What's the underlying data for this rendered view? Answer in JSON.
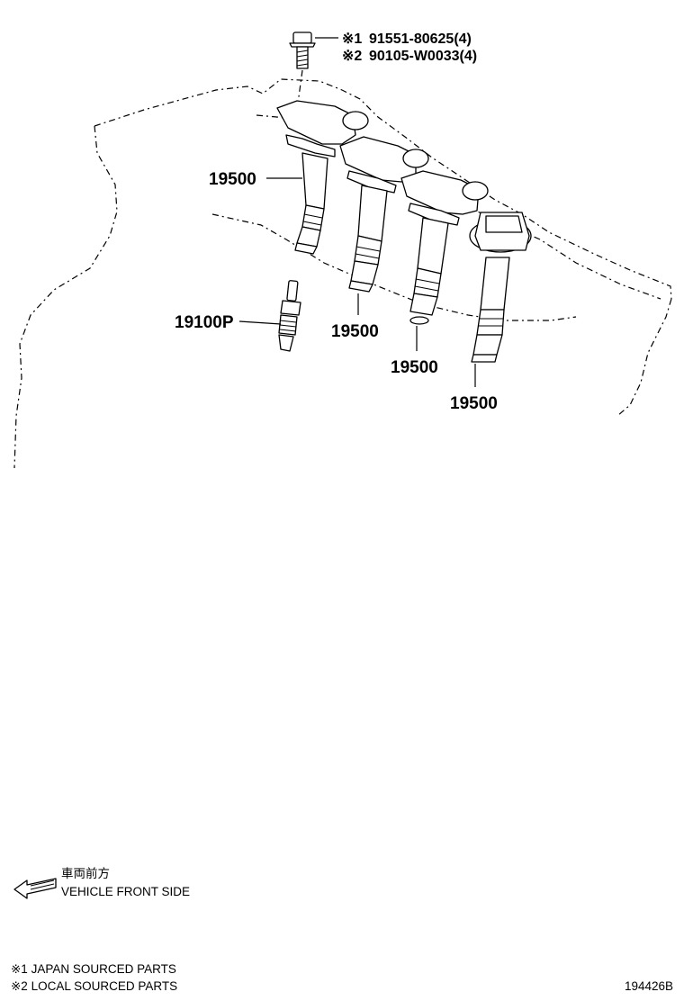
{
  "bolt": {
    "line1_mark": "※1",
    "line1_part": "91551-80625(4)",
    "line2_mark": "※2",
    "line2_part": "90105-W0033(4)"
  },
  "callouts": {
    "coil_left": "19500",
    "spark_plug": "19100P",
    "coil_2": "19500",
    "coil_3": "19500",
    "coil_4": "19500"
  },
  "front_indicator": {
    "japanese": "車両前方",
    "english": "VEHICLE FRONT SIDE"
  },
  "legend": {
    "item1": "※1 JAPAN SOURCED PARTS",
    "item2": "※2 LOCAL SOURCED PARTS"
  },
  "figure_id": "194426B"
}
